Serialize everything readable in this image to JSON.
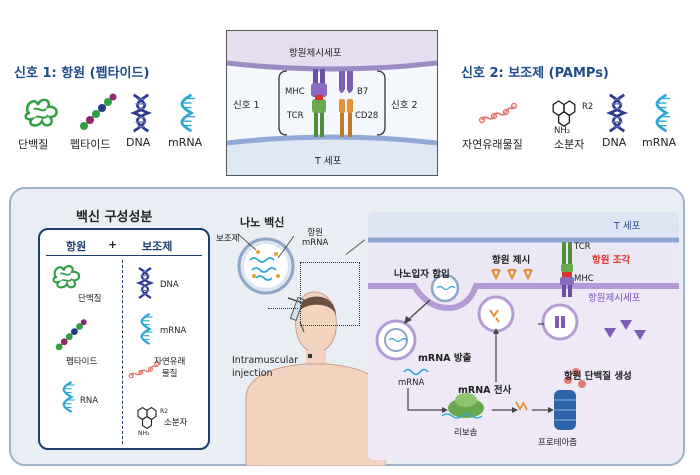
{
  "signal1": {
    "title": "신호 1: 항원 (펩타이드)",
    "items": [
      "단백질",
      "펩타이드",
      "DNA",
      "mRNA"
    ]
  },
  "apc_diagram": {
    "apc_label": "항원제시세포",
    "t_cell_label": "T 세포",
    "signal1_label": "신호 1",
    "signal2_label": "신호 2",
    "mhc": "MHC",
    "tcr": "TCR",
    "b7": "B7",
    "cd28": "CD28"
  },
  "signal2": {
    "title": "신호 2: 보조제 (PAMPs)",
    "items": [
      "자연유래물질",
      "소분자",
      "DNA",
      "mRNA"
    ],
    "r2": "R2",
    "nh2": "NH₂"
  },
  "vaccine": {
    "title": "백신 구성성분",
    "antigen_header": "항원",
    "plus": "+",
    "adjuvant_header": "보조제",
    "antigen_items": [
      "단백질",
      "펩타이드",
      "RNA"
    ],
    "adjuvant_items": [
      "DNA",
      "mRNA",
      "자연유래\n물질",
      "소분자"
    ],
    "r2": "R2",
    "nh2": "NH₂"
  },
  "nano": {
    "title": "나노 백신",
    "adjuvant": "보조제",
    "antigen_mrna": "항원\nmRNA",
    "injection": "Intramuscular\ninjection"
  },
  "cell": {
    "t_cell": "T 세포",
    "apc": "항원제시세포",
    "uptake": "나노입자 함입",
    "presentation": "항원 제시",
    "fragment": "항원 조각",
    "tcr": "TCR",
    "mhc": "MHC",
    "release": "mRNA 방출",
    "mrna": "mRNA",
    "translation": "mRNA 전사",
    "ribosome": "리보솜",
    "protein": "항원 단백질 생성",
    "proteasome": "프로테아좀"
  },
  "colors": {
    "title_blue": "#1e4c8c",
    "dna_navy": "#2c3a8c",
    "mrna_cyan": "#2aa7d8",
    "protein_green": "#2f9e44",
    "fragment_red": "#d9342b",
    "panel_bg": "#e9eef5",
    "cell_purple": "#ece7f5"
  },
  "icons": [
    "protein-icon",
    "peptide-icon",
    "dna-icon",
    "mrna-icon",
    "natural-compound-icon",
    "small-molecule-icon",
    "nanoparticle-icon",
    "syringe-icon",
    "human-figure-icon",
    "ribosome-icon",
    "proteasome-icon"
  ]
}
